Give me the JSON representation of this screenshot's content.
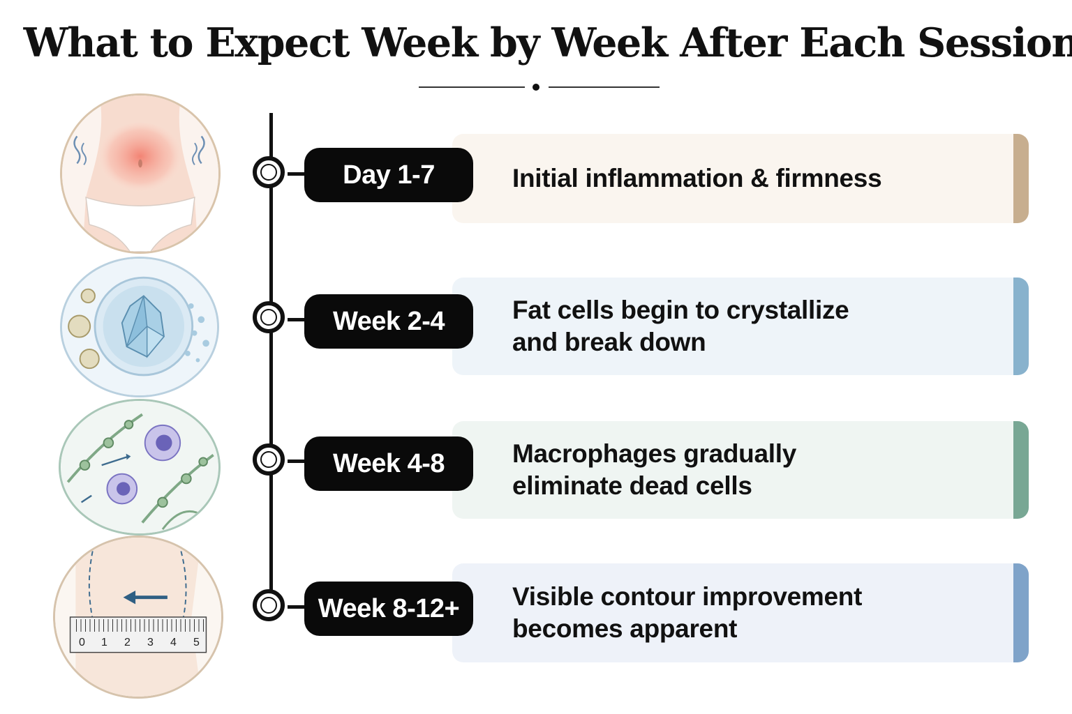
{
  "title": "What to Expect Week by Week After Each Session",
  "stages": [
    {
      "label": "Day 1-7",
      "text": "Initial inflammation & firmness",
      "card_color": "#faf5ef",
      "accent": "#c7ae8f",
      "icon": "inflamed-abdomen-icon"
    },
    {
      "label": "Week 2-4",
      "text": "Fat cells begin to crystallize and break down",
      "card_color": "#eef4f9",
      "accent": "#88b2cd",
      "icon": "crystallized-fat-cell-icon"
    },
    {
      "label": "Week 4-8",
      "text": "Macrophages gradually eliminate dead cells",
      "card_color": "#eff5f2",
      "accent": "#78a794",
      "icon": "macrophage-cells-icon"
    },
    {
      "label": "Week 8-12+",
      "text": "Visible contour improvement becomes apparent",
      "card_color": "#eef2f9",
      "accent": "#7fa3c9",
      "icon": "waist-measurement-icon"
    }
  ],
  "ruler_ticks": [
    "0",
    "1",
    "2",
    "3",
    "4",
    "5"
  ]
}
